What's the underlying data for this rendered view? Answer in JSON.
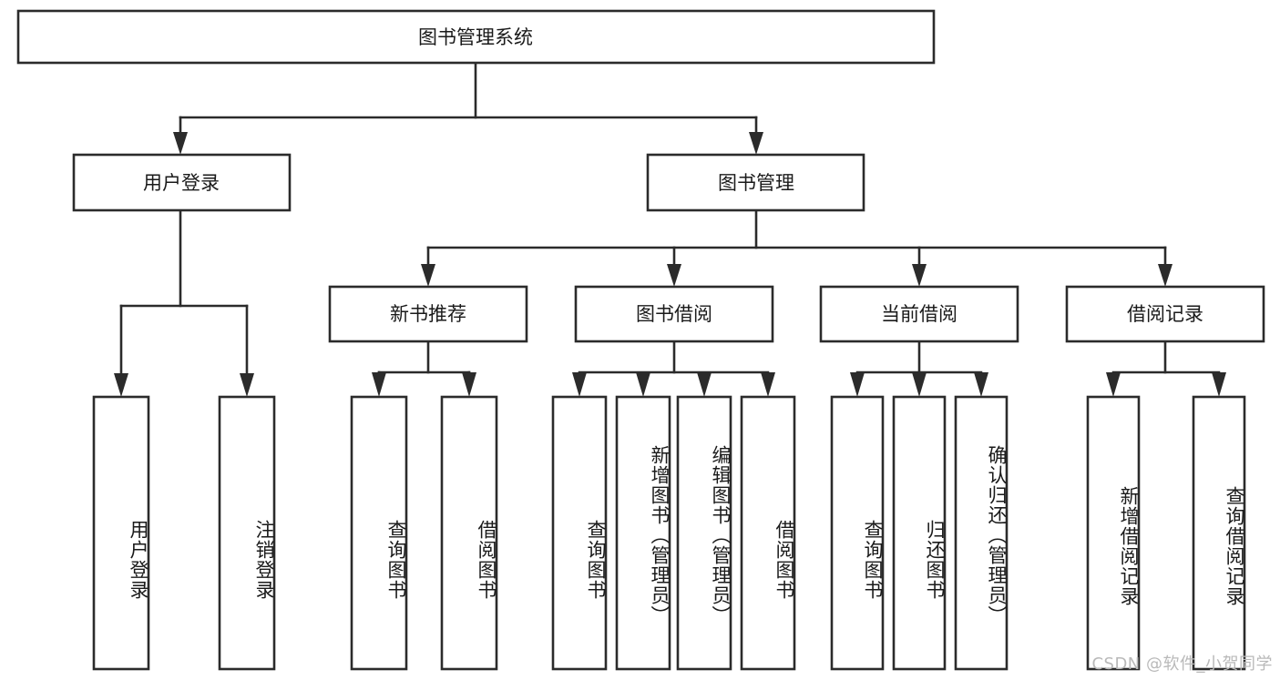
{
  "diagram": {
    "type": "tree-hierarchy",
    "title": "图书管理系统",
    "root": {
      "id": "root",
      "label": "图书管理系统",
      "orientation": "horizontal"
    },
    "level2": [
      {
        "id": "user-login",
        "label": "用户登录",
        "orientation": "horizontal"
      },
      {
        "id": "book-manage",
        "label": "图书管理",
        "orientation": "horizontal"
      }
    ],
    "level3": [
      {
        "id": "new-book-rec",
        "label": "新书推荐",
        "orientation": "horizontal",
        "parent": "book-manage"
      },
      {
        "id": "book-borrow",
        "label": "图书借阅",
        "orientation": "horizontal",
        "parent": "book-manage"
      },
      {
        "id": "current-borrow",
        "label": "当前借阅",
        "orientation": "horizontal",
        "parent": "book-manage"
      },
      {
        "id": "borrow-record",
        "label": "借阅记录",
        "orientation": "horizontal",
        "parent": "book-manage"
      }
    ],
    "leaves": [
      {
        "id": "leaf-user-login",
        "label": "用户登录",
        "parent": "user-login",
        "orientation": "vertical"
      },
      {
        "id": "leaf-logout-login",
        "label": "注销登录",
        "parent": "user-login",
        "orientation": "vertical"
      },
      {
        "id": "leaf-query-book-1",
        "label": "查询图书",
        "parent": "new-book-rec",
        "orientation": "vertical"
      },
      {
        "id": "leaf-borrow-book-1",
        "label": "借阅图书",
        "parent": "new-book-rec",
        "orientation": "vertical"
      },
      {
        "id": "leaf-query-book-2",
        "label": "查询图书",
        "parent": "book-borrow",
        "orientation": "vertical"
      },
      {
        "id": "leaf-add-book",
        "label": "新增图书（管理员）",
        "parent": "book-borrow",
        "orientation": "vertical"
      },
      {
        "id": "leaf-edit-book",
        "label": "编辑图书（管理员）",
        "parent": "book-borrow",
        "orientation": "vertical"
      },
      {
        "id": "leaf-borrow-book-2",
        "label": "借阅图书",
        "parent": "book-borrow",
        "orientation": "vertical"
      },
      {
        "id": "leaf-query-book-3",
        "label": "查询图书",
        "parent": "current-borrow",
        "orientation": "vertical"
      },
      {
        "id": "leaf-return-book",
        "label": "归还图书",
        "parent": "current-borrow",
        "orientation": "vertical"
      },
      {
        "id": "leaf-confirm-return",
        "label": "确认归还（管理员）",
        "parent": "current-borrow",
        "orientation": "vertical"
      },
      {
        "id": "leaf-add-record",
        "label": "新增借阅记录",
        "parent": "borrow-record",
        "orientation": "vertical"
      },
      {
        "id": "leaf-query-record",
        "label": "查询借阅记录",
        "parent": "borrow-record",
        "orientation": "vertical"
      }
    ]
  },
  "watermark": {
    "text": "CSDN @软件_小贺同学"
  },
  "colors": {
    "stroke": "#2b2b2b",
    "fill": "#ffffff",
    "text": "#1a1a1a",
    "watermark": "#b9b9b9"
  }
}
